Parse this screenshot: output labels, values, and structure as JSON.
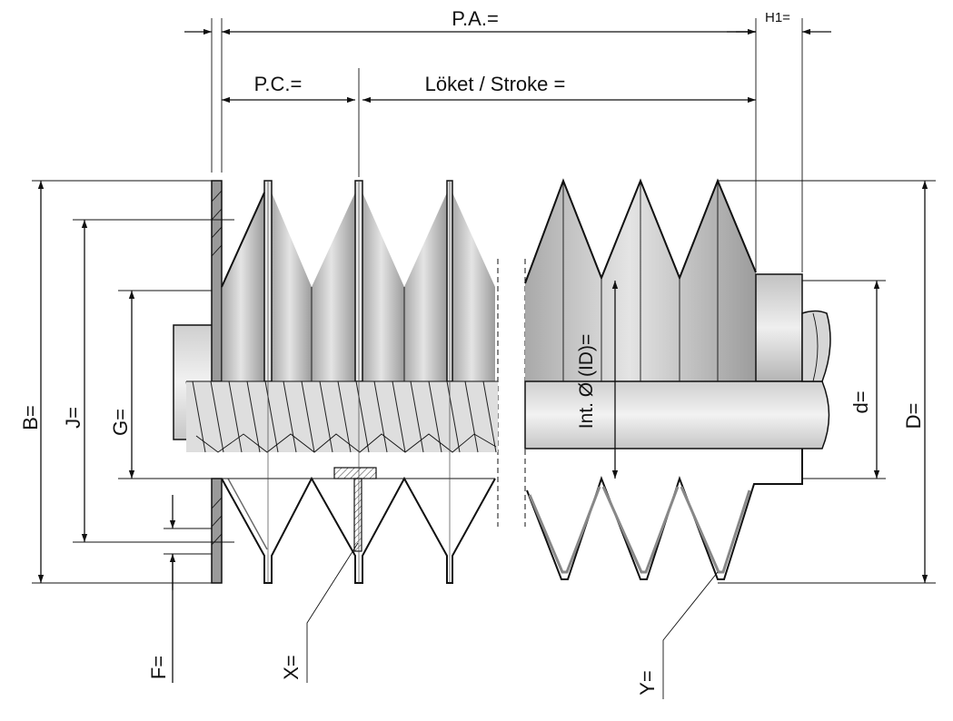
{
  "labels": {
    "pa": "P.A.=",
    "h1": "H1=",
    "pc": "P.C.=",
    "stroke": "Löket / Stroke =",
    "b": "B=",
    "j": "J=",
    "g": "G=",
    "id": "Int. Ø (ID)=",
    "d_small": "d=",
    "d_big": "D=",
    "f": "F=",
    "x": "X=",
    "y": "Y="
  }
}
